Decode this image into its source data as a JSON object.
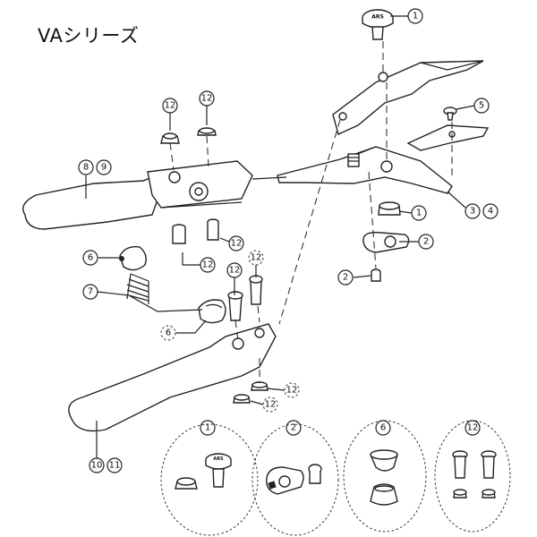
{
  "title": "VAシリーズ",
  "callouts": {
    "c1_top": "1",
    "c5": "5",
    "c12_a": "12",
    "c12_b": "12",
    "c8": "8",
    "c9": "9",
    "c1_mid": "1",
    "c3": "3",
    "c4": "4",
    "c2_right": "2",
    "c12_c": "12",
    "c6_left": "6",
    "c12_d": "12",
    "c2_left": "2",
    "c7": "7",
    "c12_e": "12",
    "c12_f": "12",
    "c6_dashed": "6",
    "c12_g": "12",
    "c12_h": "12",
    "c10": "10",
    "c11": "11",
    "d1": "1",
    "d2": "2",
    "d6": "6",
    "d12": "12"
  },
  "brand_mark": "ARS"
}
